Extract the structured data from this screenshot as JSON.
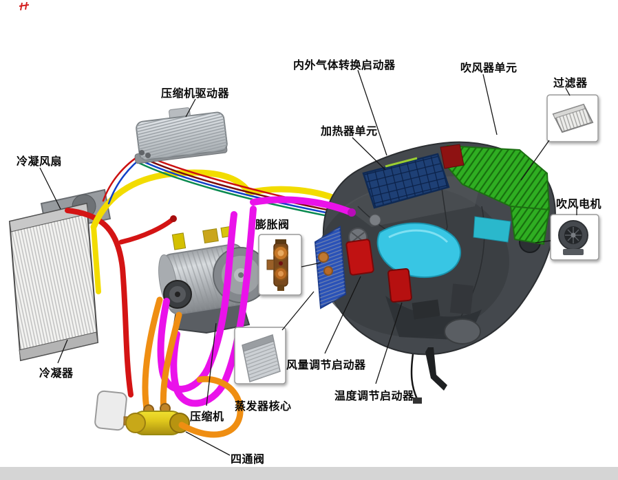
{
  "diagram": {
    "labels": {
      "compressor_driver": "压缩机驱动器",
      "inner_outer_air_actuator": "内外气体转换启动器",
      "blower_unit": "吹风器单元",
      "filter": "过滤器",
      "heater_unit": "加热器单元",
      "condenser_fan": "冷凝风扇",
      "expansion_valve": "膨胀阀",
      "blower_motor": "吹风电机",
      "condenser": "冷凝器",
      "evaporator_core": "蒸发器核心",
      "compressor": "压缩机",
      "air_volume_actuator": "风量调节启动器",
      "temperature_actuator": "温度调节启动器",
      "four_way_valve": "四通阀"
    },
    "colors": {
      "tube_yellow": "#f2dc00",
      "tube_magenta": "#ea12ea",
      "tube_red": "#d41414",
      "tube_orange": "#ef8e12",
      "wire_blue": "#1040c8",
      "wire_green": "#0a8a50",
      "wire_dark_red": "#7a0a0a",
      "unit_green": "#2fae22",
      "heater_navy": "#1e4076",
      "duct_cyan": "#38c6e4",
      "actuator_red": "#c01212",
      "background": "#ffffff"
    }
  }
}
